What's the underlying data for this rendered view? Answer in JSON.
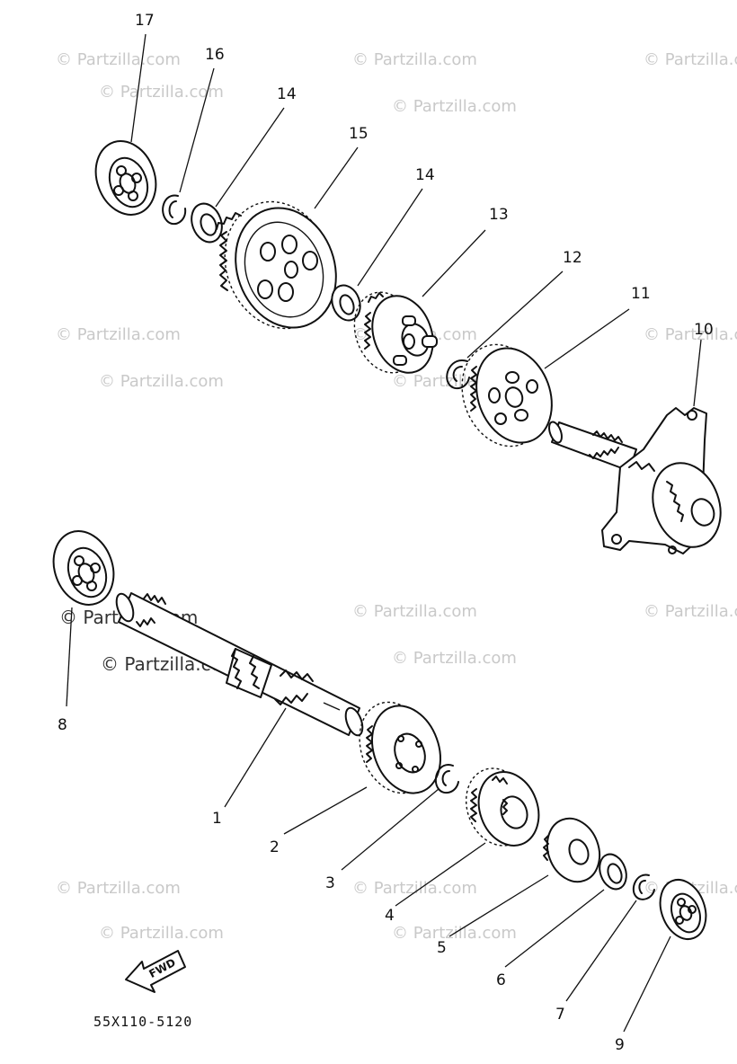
{
  "watermark": "© Partzilla.com",
  "diagram_code": "55X110-5120",
  "fwd_label": "FWD",
  "callouts": {
    "c1": "1",
    "c2": "2",
    "c3": "3",
    "c4": "4",
    "c5": "5",
    "c6": "6",
    "c7": "7",
    "c8": "8",
    "c9": "9",
    "c10": "10",
    "c11": "11",
    "c12": "12",
    "c13": "13",
    "c14a": "14",
    "c14b": "14",
    "c15": "15",
    "c16": "16",
    "c17": "17"
  }
}
